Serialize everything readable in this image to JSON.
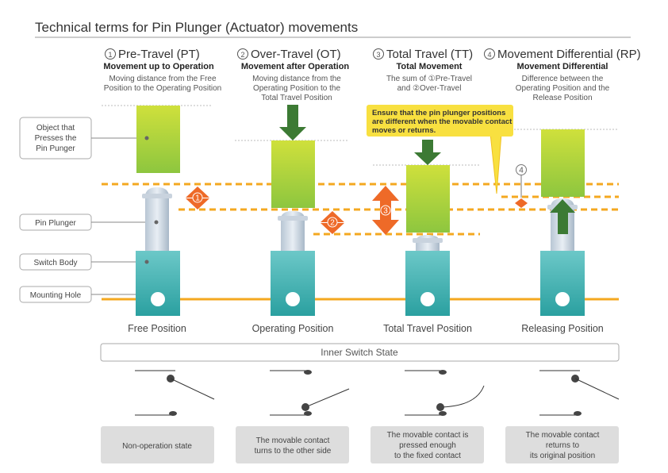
{
  "title": "Technical terms for Pin Plunger (Actuator) movements",
  "sections": [
    {
      "num": "1",
      "heading": "Pre-Travel (PT)",
      "subtitle": "Movement up to Operation",
      "desc": [
        "Moving distance from the Free",
        "Position to the Operating Position"
      ]
    },
    {
      "num": "2",
      "heading": "Over-Travel (OT)",
      "subtitle": "Movement after Operation",
      "desc": [
        "Moving distance from the",
        "Operating Position to the",
        "Total Travel Position"
      ]
    },
    {
      "num": "3",
      "heading": "Total Travel (TT)",
      "subtitle": "Total Movement",
      "desc": [
        "The sum of ①Pre-Travel",
        "and ②Over-Travel"
      ]
    },
    {
      "num": "4",
      "heading": "Movement Differential (RP)",
      "subtitle": "Movement Differential",
      "desc": [
        "Difference between the",
        "Operating Position and the",
        "Release Position"
      ]
    }
  ],
  "labels": {
    "object": [
      "Object that",
      "Presses the",
      "Pin Punger"
    ],
    "plunger": "Pin Plunger",
    "body": "Switch Body",
    "hole": "Mounting Hole"
  },
  "callout": [
    "Ensure that the pin plunger positions",
    "are different when the movable contact",
    "moves or returns."
  ],
  "positions": [
    "Free Position",
    "Operating Position",
    "Total Travel Position",
    "Releasing Position"
  ],
  "arrow_numbers": [
    "1",
    "2",
    "3",
    "4"
  ],
  "inner_state": "Inner Switch State",
  "states": [
    [
      "Non-operation state"
    ],
    [
      "The movable contact",
      "turns to the other side"
    ],
    [
      "The movable contact is",
      "pressed enough",
      "to the fixed contact"
    ],
    [
      "The movable contact",
      "returns to",
      "its original position"
    ]
  ],
  "colors": {
    "orange": "#f4a820",
    "arrow": "#ee6a28",
    "body": "#3ab0b0",
    "green_top": "#c8dc3a",
    "green_bottom": "#8cc63e",
    "press_arrow": "#3c7a34"
  }
}
